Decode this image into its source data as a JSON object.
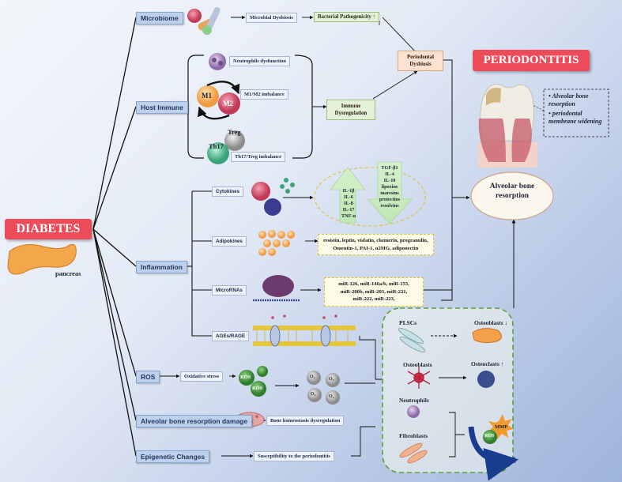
{
  "diabetes": {
    "title": "DIABETES",
    "pancreas": "pancreas"
  },
  "categories": {
    "microbiome": "Microbiome",
    "host_immune": "Host Immune",
    "inflammation": "Inflammation",
    "ros": "ROS",
    "alveolar_damage": "Alveolar bone resorption damage",
    "epigenetic": "Epigenetic Changes"
  },
  "microbiome": {
    "dysbiosis": "Microbial Dysbiosis",
    "pathogenicity": "Bacterial Pathogenicity ↑"
  },
  "host_immune": {
    "neutrophils": "Neutrophils dysfunction",
    "m1m2": "M1/M2 imbalance",
    "th17treg": "Th17/Treg imbalance",
    "m1": "M1",
    "m2": "M2",
    "treg": "Treg",
    "th17": "Th17",
    "immune_dysreg": "Immune Dysregulation"
  },
  "periodontal_dysbiosis": "Periodontal Dysbiosis",
  "inflammation": {
    "cytokines": "Cytokines",
    "up_list": [
      "IL-1β",
      "IL-6",
      "IL-8",
      "IL-17",
      "TNF-α"
    ],
    "down_list": [
      "TGF-β1",
      "IL-4",
      "IL-10",
      "lipoxins",
      "maresins",
      "protectins",
      "resolvins"
    ],
    "adipokines": "Adipokines",
    "adipokines_line1": "resistin, leptin, visfatin, chemerin, progranulin,",
    "adipokines_line2": "Omentin-1, PAI-1, α2MG, adiponectin",
    "micrornas": "MicroRNAs",
    "mirna_line1": "miR-126, miR-146a/b, miR-155,",
    "mirna_line2": "miR-200b, miR-203, miR-221,",
    "mirna_line3": "miR-222, miR-223,",
    "ages": "AGEs/RAGE"
  },
  "ros": {
    "oxidative": "Oxidative stress",
    "ros_label": "ROS",
    "o2": "O₂"
  },
  "alveolar": {
    "homeostasis": "Bone homeostasis dysregulation"
  },
  "epigenetic": {
    "susceptibility": "Susceptibility to the periodontitis"
  },
  "periodontitis": {
    "title": "PERIODONTITIS",
    "note1": "Alveolar bone resorption",
    "note2": "periodontal membrane widening",
    "alveolar_bone_resorption": "Alveolar bone resorption"
  },
  "cells": {
    "plscs": "PLSCs",
    "osteoblasts": "Osteoblasts",
    "neutrophils": "Neutrophils",
    "fibroblasts": "Fibroblasts",
    "osteoblasts_down": "Osteoblasts",
    "osteoclasts_up": "Osteoclasts",
    "mmp": "MMP",
    "ros": "ROS"
  },
  "colors": {
    "red_title": "#ec4c5a",
    "category_bg": "#bdd0ec",
    "peach": "#fce2cf",
    "green": "#e3f1d6"
  }
}
